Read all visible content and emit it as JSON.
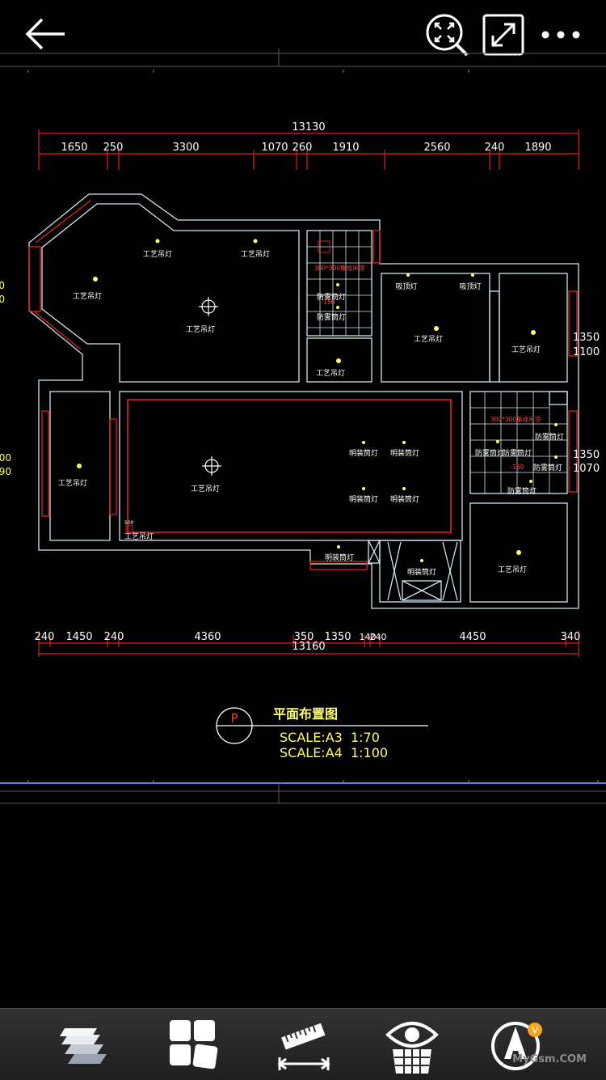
{
  "toolbar_top": {
    "icons": [
      "back-arrow-icon",
      "zoom-extents-icon",
      "fullscreen-icon",
      "more-dots-icon"
    ]
  },
  "drawing": {
    "top_dims": {
      "total": "13130",
      "segments": [
        "1650",
        "250",
        "3300",
        "1070",
        "260",
        "1910",
        "2560",
        "240",
        "1890"
      ]
    },
    "bottom_dims": {
      "total": "13160",
      "segments": [
        "240",
        "1450",
        "240",
        "4360",
        "350",
        "1350",
        "140",
        "240",
        "4450",
        "340"
      ]
    },
    "right_dims": [
      "1350",
      "1100",
      "1350",
      "1070"
    ],
    "left_dims": [
      "0",
      "0",
      "00",
      "90"
    ],
    "room_labels": {
      "lamp": "工艺吊灯",
      "downlight": "明装筒灯",
      "moisture_lamp": "防雾筒灯",
      "ceiling_lamp": "吸顶灯",
      "tile_note": "300*300集成吊顶",
      "level": "-150",
      "small": "500"
    },
    "title_block": {
      "symbol": "P",
      "title": "平面布置图",
      "scale_a3": "SCALE:A3  1:70",
      "scale_a4": "SCALE:A4  1:100"
    }
  },
  "toolbar_bottom": {
    "icons": [
      "layers-icon",
      "layout-tiles-icon",
      "measure-ruler-icon",
      "visibility-eye-icon",
      "annotate-text-icon"
    ],
    "watermark": "MyGsm.COM"
  },
  "colors": {
    "background": "#000000",
    "wall": "#cfe8f0",
    "dimension": "#e02020",
    "text": "#ffffff",
    "label": "#ffff66",
    "title": "#ffff66",
    "toolbar": "#2a2a2a"
  }
}
